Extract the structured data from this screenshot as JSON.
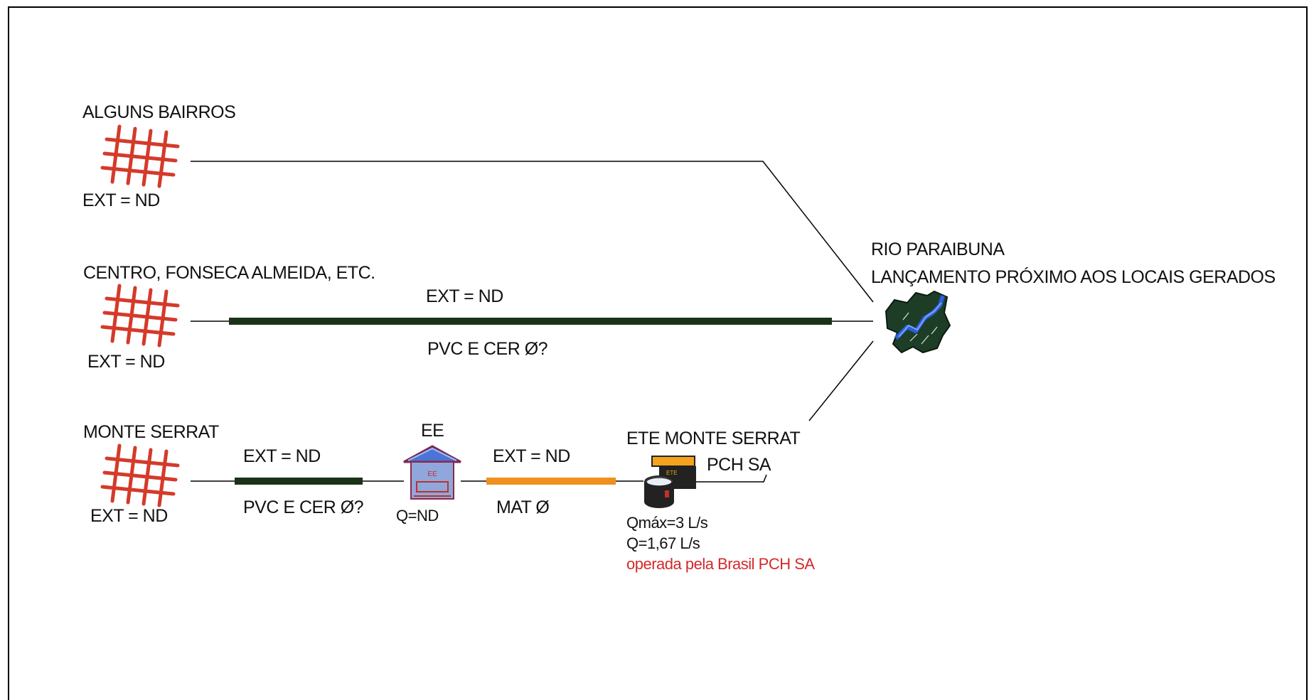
{
  "colors": {
    "grid_red": "#d43a2a",
    "pipe_dark_green": "#1a3318",
    "pipe_orange": "#f0901e",
    "thin_line": "#000000",
    "river_green": "#1e3d26",
    "river_blue": "#2a5fd8",
    "pump_blue": "#4c74d4",
    "ete_orange": "#f5a21c",
    "operator_red": "#d42a2a"
  },
  "sources": [
    {
      "name": "ALGUNS BAIRROS",
      "ext": "EXT = ND",
      "icon": "network-grid-icon"
    },
    {
      "name": "CENTRO, FONSECA ALMEIDA, ETC.",
      "ext": "EXT = ND",
      "icon": "network-grid-icon"
    },
    {
      "name": "MONTE SERRAT",
      "ext": "EXT = ND",
      "icon": "network-grid-icon"
    }
  ],
  "pipes": {
    "centro_ext": "EXT = ND",
    "centro_material": "PVC E CER Ø?",
    "monte_serrat_ext": "EXT = ND",
    "monte_serrat_material": "PVC E CER Ø?",
    "recalque_ext": "EXT = ND",
    "recalque_material": "MAT Ø"
  },
  "pump_station": {
    "title": "EE",
    "flow": "Q=ND",
    "sign": "EE",
    "icon": "pump-station-icon"
  },
  "ete": {
    "title": "ETE MONTE SERRAT",
    "operator_short": "PCH SA",
    "qmax": "Qmáx=3 L/s",
    "q": "Q=1,67 L/s",
    "operator": "operada pela Brasil PCH SA",
    "sign": "ETE",
    "icon": "treatment-plant-icon"
  },
  "river": {
    "name": "RIO PARAIBUNA",
    "note": "LANÇAMENTO PRÓXIMO AOS LOCAIS GERADOS",
    "icon": "river-icon"
  }
}
